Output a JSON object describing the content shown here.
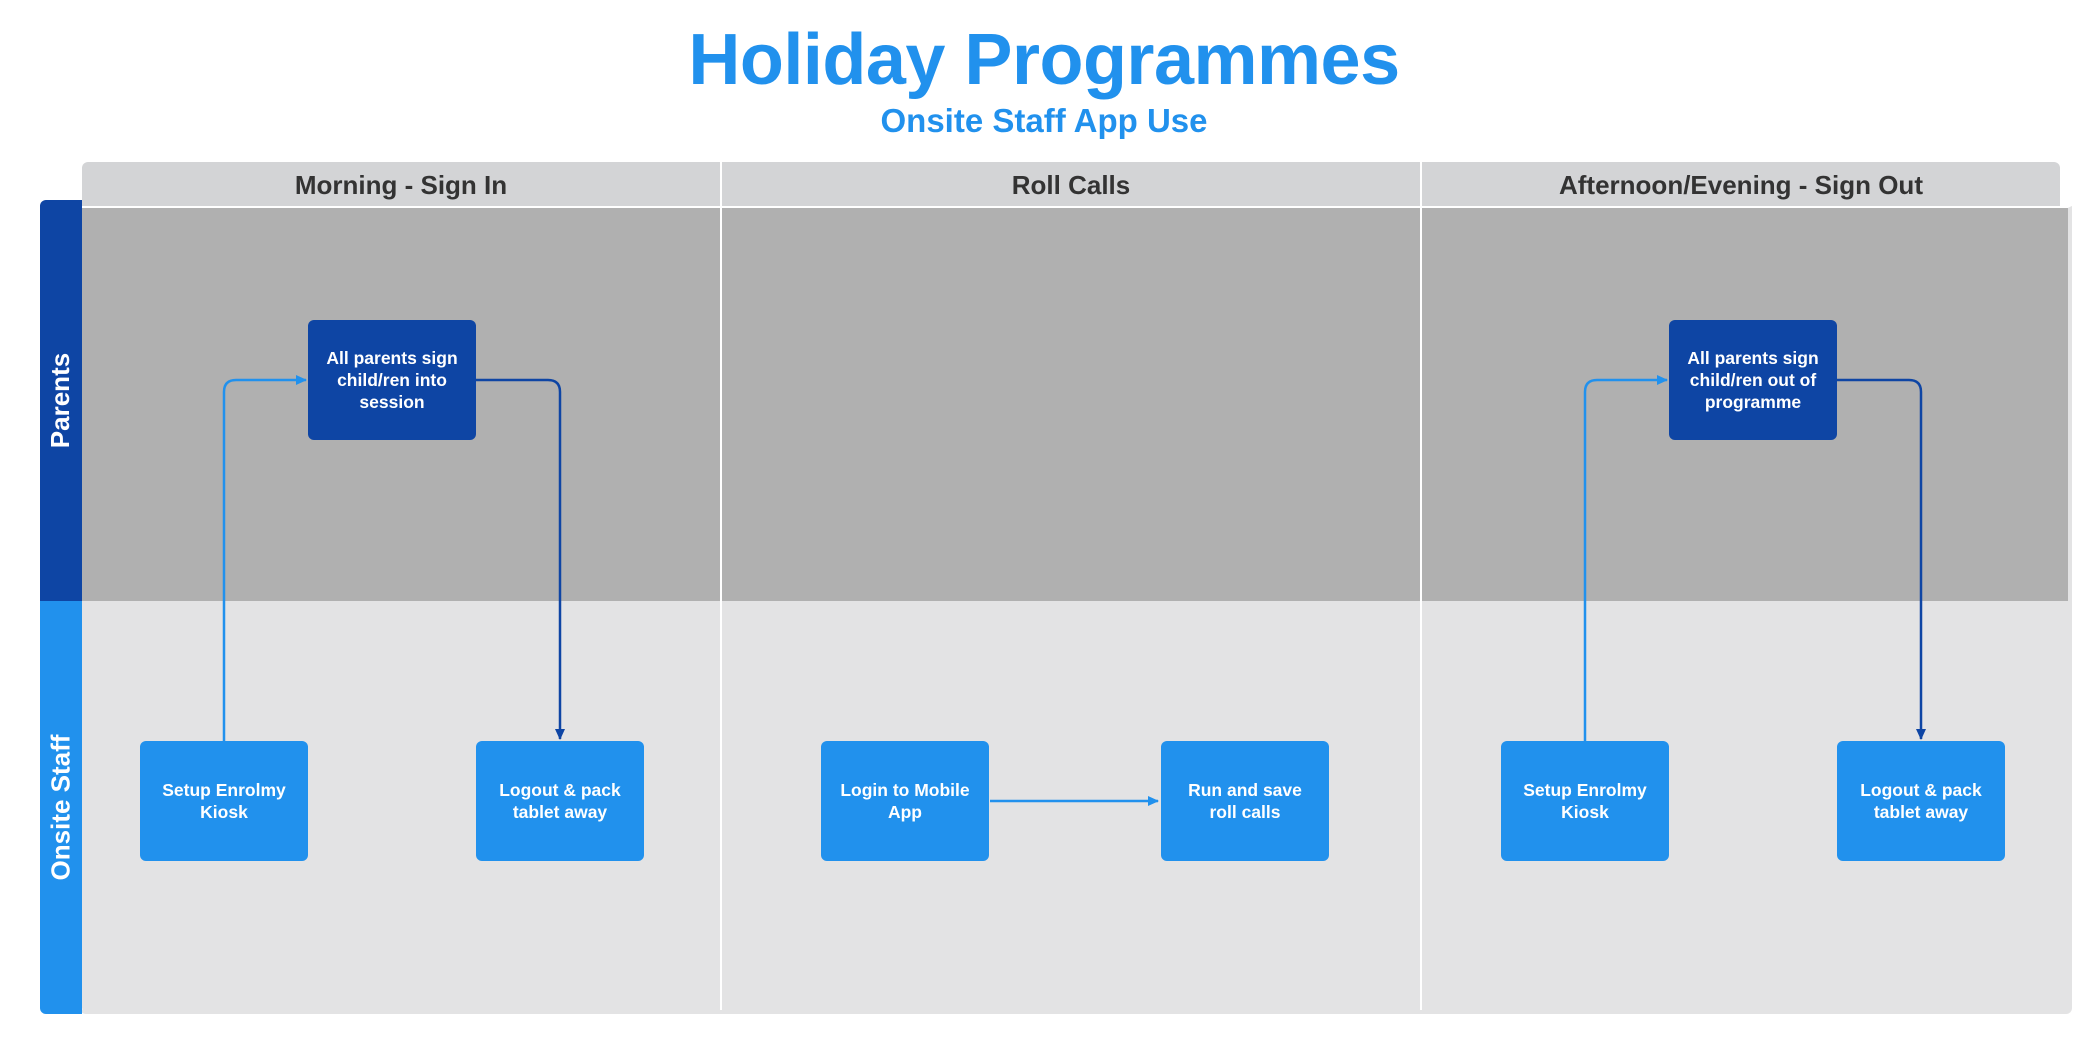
{
  "title": "Holiday Programmes",
  "subtitle": "Onsite Staff App Use",
  "columns": [
    {
      "label": "Morning - Sign In"
    },
    {
      "label": "Roll Calls"
    },
    {
      "label": "Afternoon/Evening - Sign Out"
    }
  ],
  "lanes": [
    {
      "label": "Parents"
    },
    {
      "label": "Onsite Staff"
    }
  ],
  "nodes": {
    "morning_parents_sign_in": "All parents sign child/ren into session",
    "morning_setup_kiosk": "Setup Enrolmy Kiosk",
    "morning_logout": "Logout & pack tablet away",
    "rollcall_login": "Login to  Mobile App",
    "rollcall_run": "Run and save roll calls",
    "evening_parents_sign_out": "All parents sign child/ren  out of programme",
    "evening_setup_kiosk": "Setup Enrolmy Kiosk",
    "evening_logout": "Logout & pack tablet away"
  },
  "colors": {
    "title": "#2191ed",
    "dark_node": "#0e45a4",
    "light_node": "#2191ed",
    "parents_lane": "#b0b0b0",
    "staff_lane": "#e3e3e4",
    "header": "#d3d4d6"
  }
}
